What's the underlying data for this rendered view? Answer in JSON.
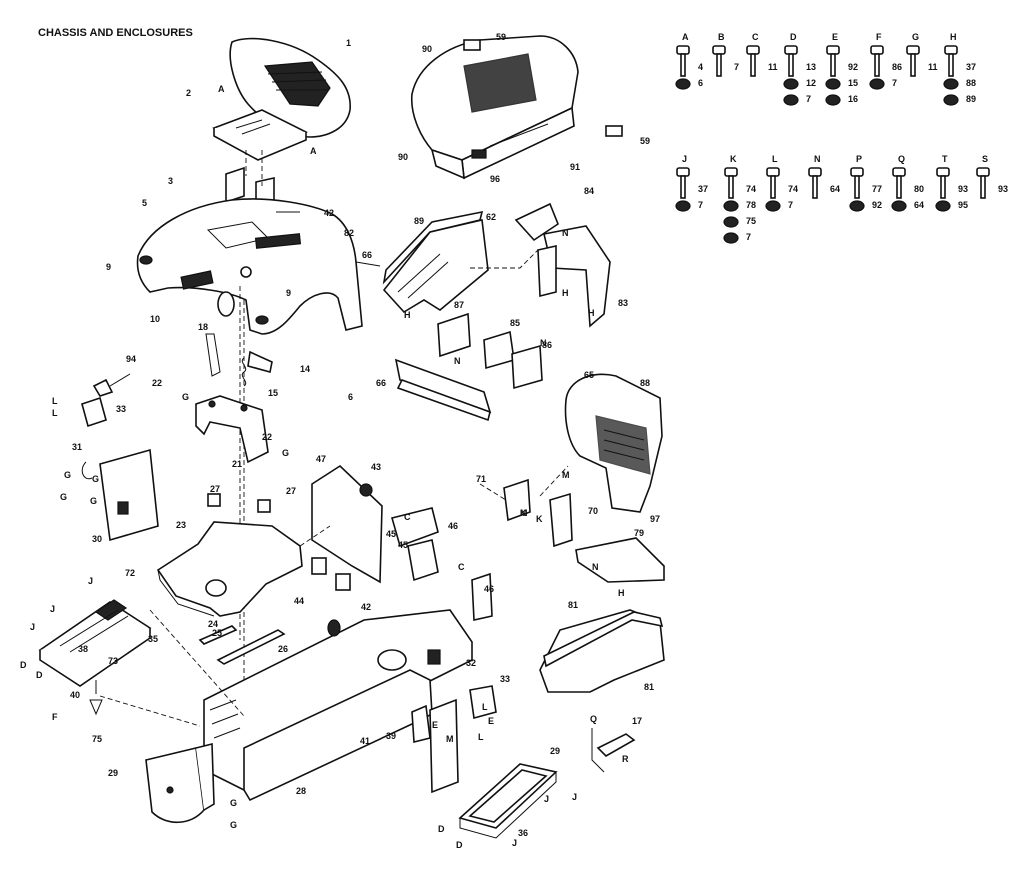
{
  "title": "CHASSIS AND ENCLOSURES",
  "callouts": [
    "1",
    "2",
    "3",
    "5",
    "9",
    "10",
    "9",
    "42",
    "82",
    "66",
    "90",
    "59",
    "90",
    "96",
    "91",
    "59",
    "89",
    "62",
    "84",
    "83",
    "87",
    "85",
    "86",
    "66",
    "65",
    "88",
    "97",
    "71",
    "70",
    "79",
    "81",
    "81",
    "94",
    "33",
    "31",
    "30",
    "22",
    "18",
    "14",
    "15",
    "22",
    "21",
    "27",
    "27",
    "23",
    "24",
    "25",
    "26",
    "47",
    "43",
    "46",
    "45",
    "45",
    "44",
    "42",
    "46",
    "32",
    "33",
    "39",
    "41",
    "28",
    "29",
    "17",
    "72",
    "35",
    "73",
    "38",
    "40",
    "75",
    "29",
    "36",
    "6"
  ],
  "hardware": [
    {
      "letter": "A",
      "nums": [
        "4",
        "6"
      ]
    },
    {
      "letter": "B",
      "nums": [
        "7"
      ]
    },
    {
      "letter": "C",
      "nums": [
        "11"
      ]
    },
    {
      "letter": "D",
      "nums": [
        "13",
        "12",
        "7"
      ]
    },
    {
      "letter": "E",
      "nums": [
        "92",
        "15",
        "16"
      ]
    },
    {
      "letter": "F",
      "nums": [
        "86",
        "7"
      ]
    },
    {
      "letter": "G",
      "nums": [
        "11"
      ]
    },
    {
      "letter": "H",
      "nums": [
        "37",
        "88",
        "89"
      ]
    },
    {
      "letter": "J",
      "nums": [
        "37",
        "7"
      ]
    },
    {
      "letter": "K",
      "nums": [
        "74",
        "78",
        "75",
        "7"
      ]
    },
    {
      "letter": "L",
      "nums": [
        "74",
        "7"
      ]
    },
    {
      "letter": "N",
      "nums": [
        "64"
      ]
    },
    {
      "letter": "P",
      "nums": [
        "77",
        "92"
      ]
    },
    {
      "letter": "Q",
      "nums": [
        "80",
        "64"
      ]
    },
    {
      "letter": "T",
      "nums": [
        "93",
        "95"
      ]
    },
    {
      "letter": "S",
      "nums": [
        "93"
      ]
    }
  ],
  "ref_letters": [
    "A",
    "A",
    "G",
    "G",
    "G",
    "G",
    "L",
    "L",
    "G",
    "G",
    "J",
    "J",
    "J",
    "D",
    "D",
    "F",
    "G",
    "G",
    "M",
    "N",
    "N",
    "N",
    "H",
    "H",
    "H",
    "C",
    "C",
    "M",
    "K",
    "K",
    "L",
    "L",
    "E",
    "E",
    "J",
    "J",
    "D",
    "D",
    "J",
    "Q",
    "R",
    "M",
    "N",
    "H"
  ]
}
